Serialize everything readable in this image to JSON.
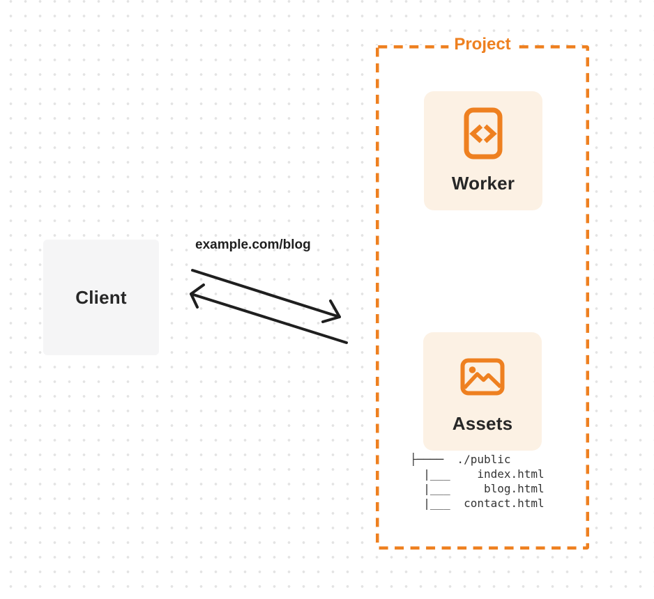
{
  "client": {
    "label": "Client"
  },
  "request": {
    "url_label": "example.com/blog"
  },
  "project": {
    "title": "Project",
    "worker": {
      "label": "Worker",
      "icon": "code-file-icon"
    },
    "assets": {
      "label": "Assets",
      "icon": "image-icon"
    },
    "tree": {
      "root": "./public",
      "files": [
        "index.html",
        "blog.html",
        "contact.html"
      ],
      "lines": [
        "├────  ./public",
        "  |___    index.html",
        "  |___     blog.html",
        "  |___  contact.html"
      ]
    }
  },
  "colors": {
    "accent": "#EE8020",
    "card_bg": "#FCF1E4",
    "client_bg": "#F5F5F6",
    "heading_text": "#272727",
    "tree_text": "#333333",
    "arrow": "#1F1F1F",
    "dot": "#E3E3E3"
  }
}
